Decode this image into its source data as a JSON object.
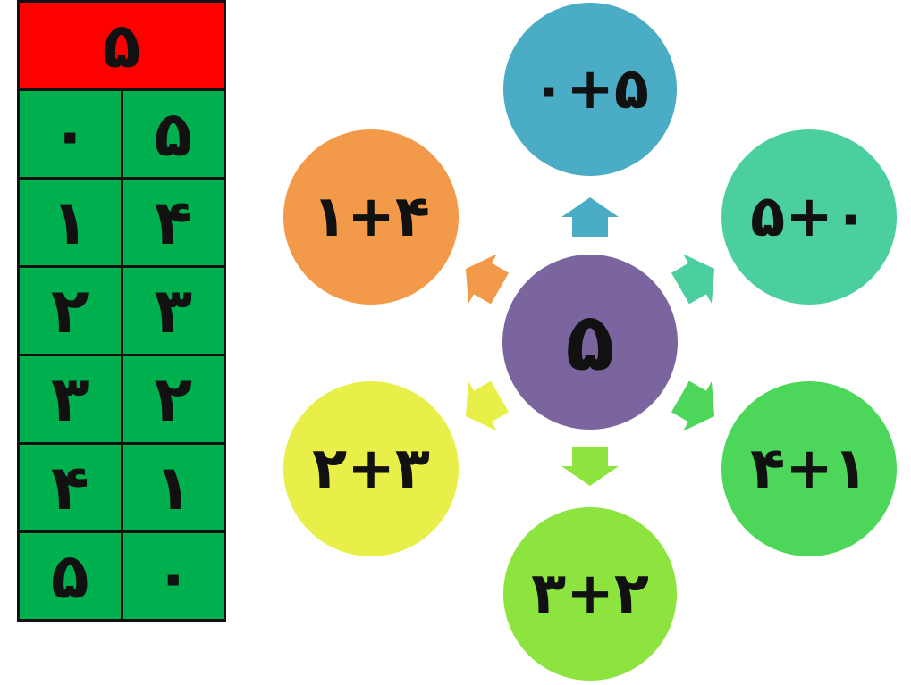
{
  "table": {
    "header": "۵",
    "rows": [
      {
        "left": "۰",
        "right": "۵"
      },
      {
        "left": "۱",
        "right": "۴"
      },
      {
        "left": "۲",
        "right": "۳"
      },
      {
        "left": "۳",
        "right": "۲"
      },
      {
        "left": "۴",
        "right": "۱"
      },
      {
        "left": "۵",
        "right": "۰"
      }
    ]
  },
  "diagram": {
    "center": {
      "label": "۵",
      "color": "#7b659f"
    },
    "nodes": [
      {
        "label": "۰+۵",
        "color": "#4aacc5"
      },
      {
        "label": "۵+۰",
        "color": "#4bcf9f"
      },
      {
        "label": "۴+۱",
        "color": "#4cd75a"
      },
      {
        "label": "۳+۲",
        "color": "#8ee43f"
      },
      {
        "label": "۲+۳",
        "color": "#e8ef48"
      },
      {
        "label": "۱+۴",
        "color": "#f39a4a"
      }
    ]
  }
}
